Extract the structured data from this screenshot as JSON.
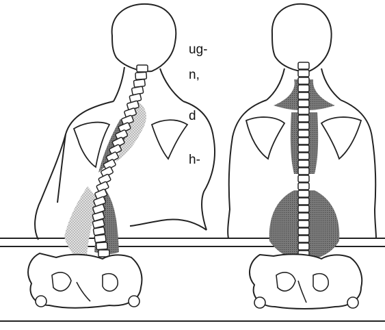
{
  "text_fragments": [
    "ug-",
    "n,",
    "d",
    "h-"
  ],
  "colors": {
    "outline": "#222222",
    "muscle_dark": "#666666",
    "muscle_light": "#bdbdbd",
    "background": "#ffffff"
  },
  "figures": [
    {
      "name": "scoliotic-back",
      "spine": "curved"
    },
    {
      "name": "straight-back",
      "spine": "straight"
    }
  ]
}
